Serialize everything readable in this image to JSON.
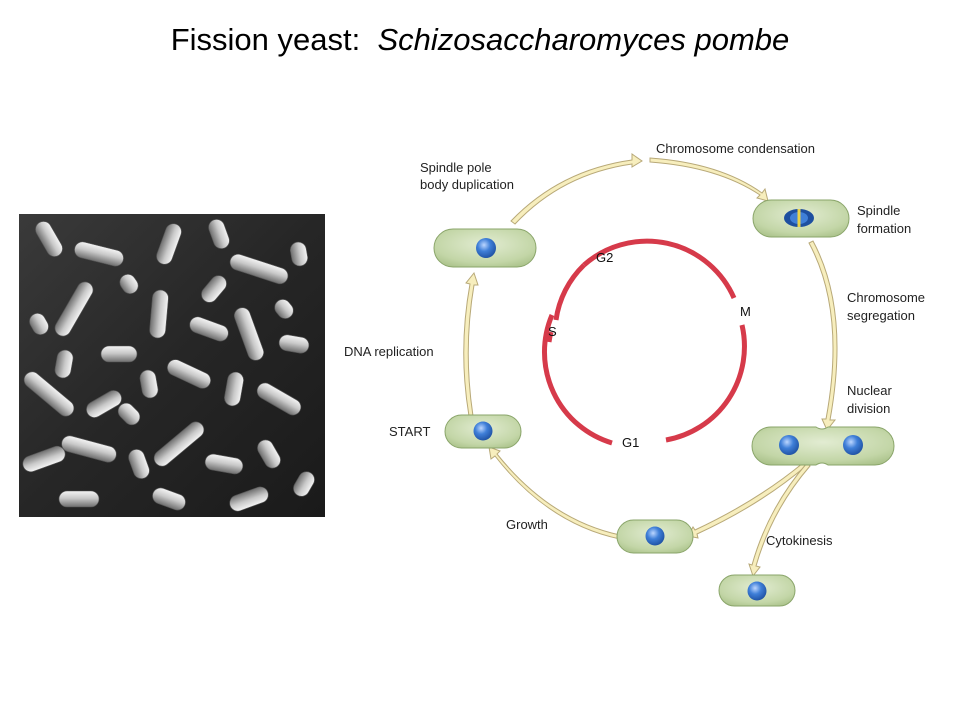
{
  "slide": {
    "title_prefix": "Fission yeast:",
    "title_species": "Schizosaccharomyces pombe"
  },
  "photo": {
    "icon": "sem-micrograph-yeast-cells"
  },
  "diagram": {
    "ring_color": "#d63a4a",
    "cell_fill": "#c3d6a7",
    "nucleus_color": "#3f7fd8",
    "arrow_fill": "#f7eebd",
    "phases": {
      "g2": "G2",
      "s": "S",
      "m": "M",
      "g1": "G1"
    },
    "labels": {
      "spindle_pole_1": "Spindle pole",
      "spindle_pole_2": "body duplication",
      "chromosome_condensation": "Chromosome condensation",
      "spindle_formation_1": "Spindle",
      "spindle_formation_2": "formation",
      "chromosome_segregation_1": "Chromosome",
      "chromosome_segregation_2": "segregation",
      "nuclear_division_1": "Nuclear",
      "nuclear_division_2": "division",
      "dna_replication": "DNA replication",
      "start": "START",
      "growth": "Growth",
      "cytokinesis": "Cytokinesis"
    }
  }
}
